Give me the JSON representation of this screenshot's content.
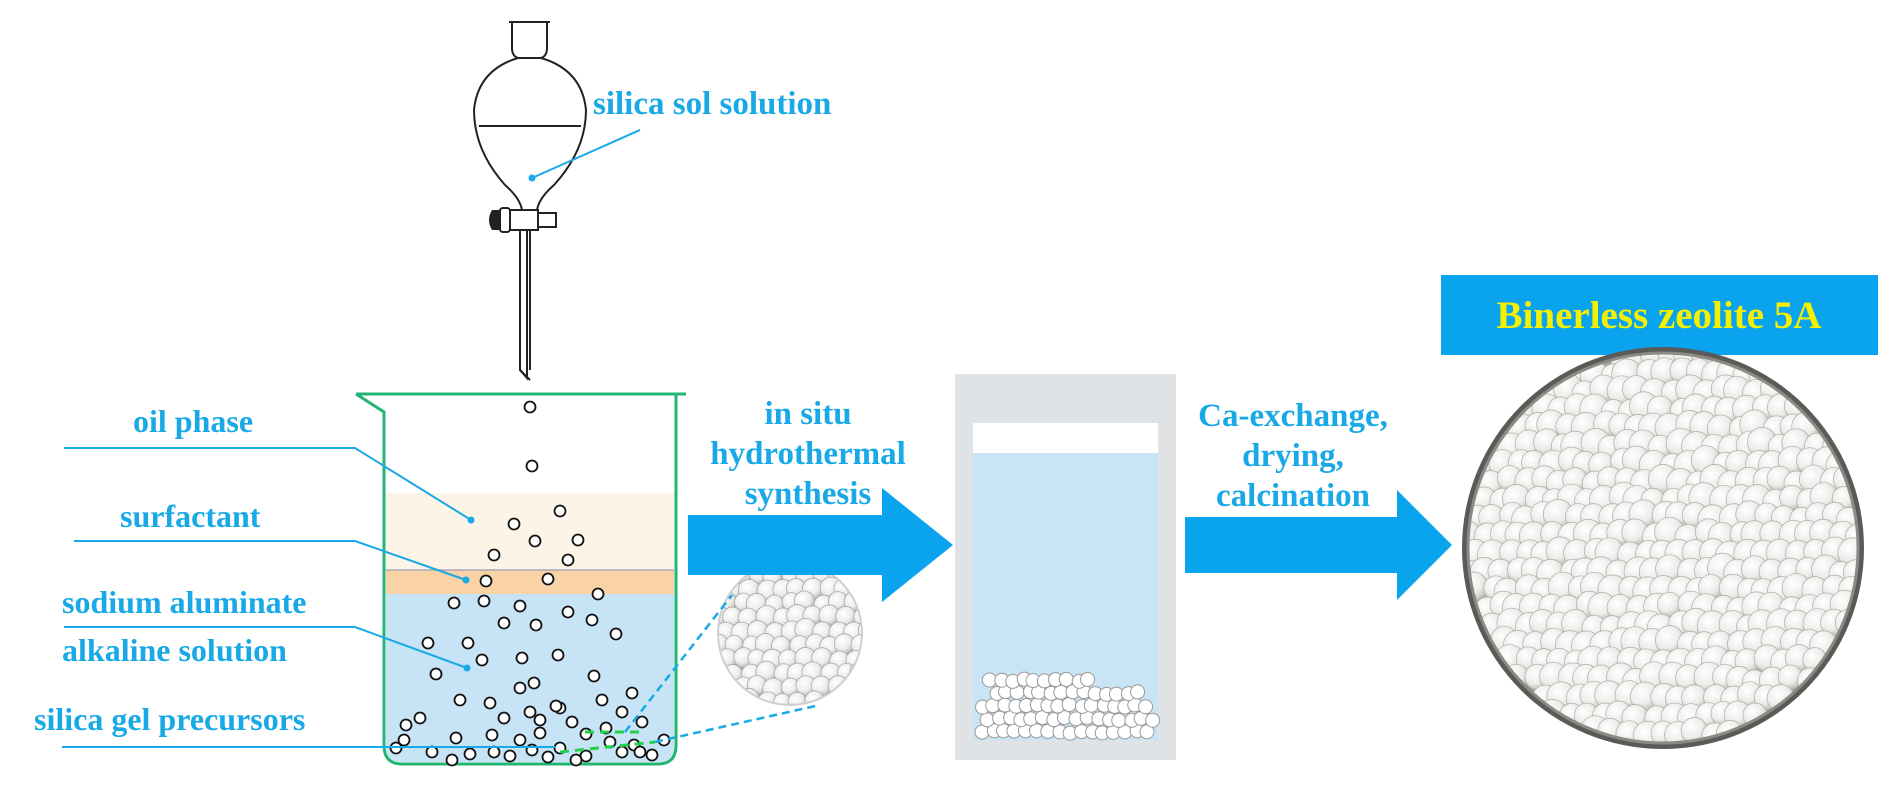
{
  "labels": {
    "silica_sol": "silica sol solution",
    "oil_phase": "oil phase",
    "surfactant": "surfactant",
    "aluminate_line1": "sodium aluminate",
    "aluminate_line2": "alkaline solution",
    "precursors": "silica gel precursors"
  },
  "steps": {
    "step1_line1": "in situ",
    "step1_line2": "hydrothermal",
    "step1_line3": "synthesis",
    "step2_line1": "Ca-exchange,",
    "step2_line2": "drying,",
    "step2_line3": "calcination"
  },
  "product": {
    "title": "Binerless zeolite 5A"
  },
  "colors": {
    "label_blue": "#18a9e6",
    "arrow_blue": "#0aa3ee",
    "beaker_green": "#22b573",
    "oil_phase": "#fdf4e8",
    "surfactant": "#f9d2a6",
    "solution": "#c7e3f6",
    "title_bg": "#0aa3ee",
    "title_text": "#f5f000",
    "container_gray": "#dfe3e5"
  },
  "icons": {
    "funnel": "separatory-funnel-icon",
    "beaker": "beaker-icon",
    "container": "reaction-vessel-icon",
    "dish": "petri-dish-icon"
  }
}
